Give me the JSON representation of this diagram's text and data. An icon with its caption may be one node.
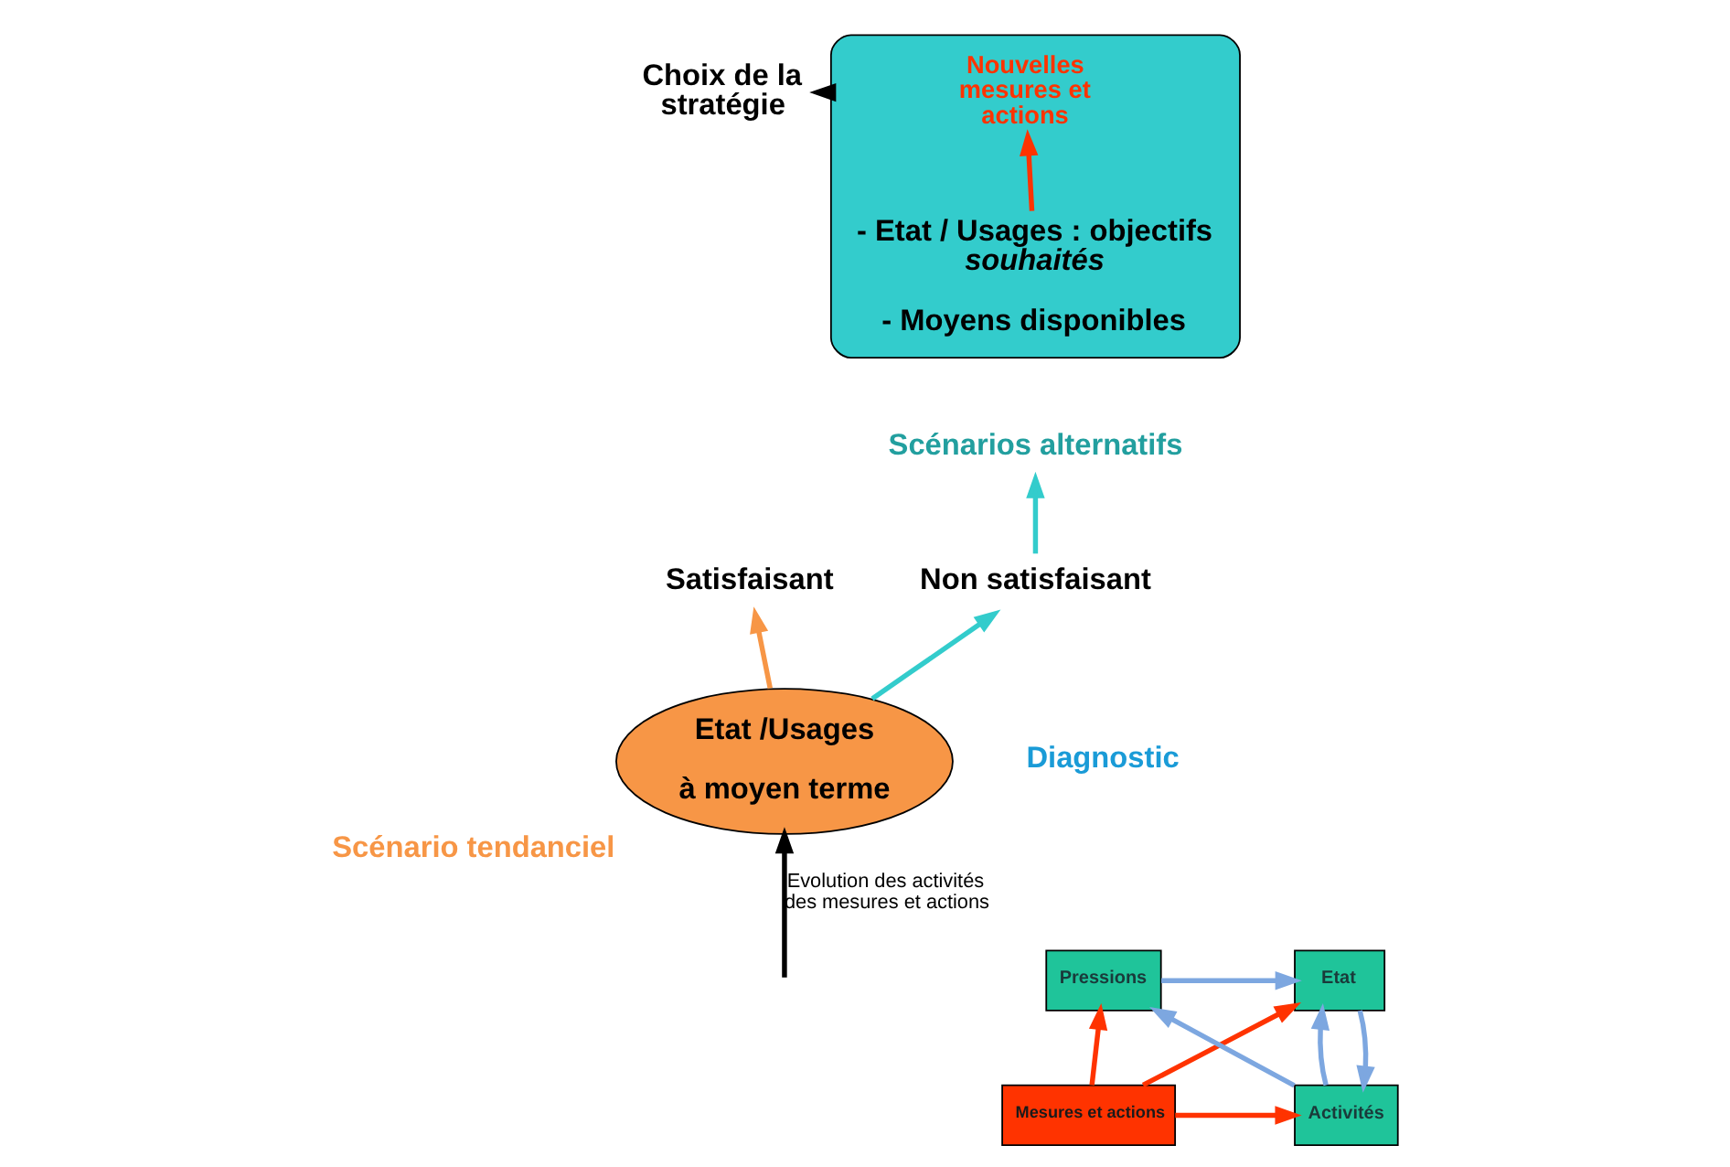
{
  "diagram": {
    "nodes": [
      {
        "text": [
          "Choix de la stratégie"
        ]
      },
      {
        "text": [],
        "shape": "ellipse"
      },
      {
        "text": [
          "Nouvelles mesures et actions"
        ],
        "in": 1
      },
      {
        "text": [
          "- Etat / Usages : objectifs *souhaités*",
          "- Moyens disponibles"
        ],
        "in": 1
      },
      {
        "text": [
          "Scénarios alternatifs"
        ]
      },
      {
        "text": [
          "Satisfaisant"
        ]
      },
      {
        "text": [
          "Non satisfaisant"
        ]
      },
      {
        "text": [
          "Etat /Usages",
          "à moyen terme"
        ],
        "beside": [
          "Scénario tendanciel"
        ]
      },
      {
        "text": [
          "Pressions"
        ]
      },
      {
        "text": [
          "Etat"
        ]
      },
      {
        "text": [
          "Mesures et actions"
        ]
      },
      {
        "text": [
          "Activités"
        ]
      }
    ],
    "edges": [
      {
        "from": 1,
        "to": 0,
        "arrow": "to",
        "color": "#000000"
      },
      {
        "from": 3,
        "to": 2,
        "arrow": "to",
        "color": "#ff3300"
      },
      {
        "from": 7,
        "to": 5,
        "arrow": "to",
        "color": "#f79646"
      },
      {
        "from": 7,
        "to": 6,
        "arrow": "to",
        "color": "#33cccc"
      },
      {
        "from": 6,
        "to": 4,
        "arrow": "to",
        "color": "#33cccc"
      },
      {
        "from": null,
        "to": 7,
        "arrow": "to",
        "label": "Evolution des activités des mesures et actions",
        "color": "#000000"
      },
      {
        "from": 8,
        "to": 9,
        "arrow": "to",
        "color": "#7da7e0"
      },
      {
        "from": 11,
        "to": 8,
        "arrow": "to",
        "color": "#7da7e0"
      },
      {
        "from": 11,
        "to": 9,
        "arrow": "to",
        "color": "#7da7e0"
      },
      {
        "from": 9,
        "to": 11,
        "arrow": "to",
        "color": "#7da7e0"
      },
      {
        "from": 10,
        "to": 8,
        "arrow": "to",
        "color": "#ff3300"
      },
      {
        "from": 10,
        "to": 9,
        "arrow": "to",
        "color": "#ff3300"
      },
      {
        "from": 10,
        "to": 11,
        "arrow": "to",
        "color": "#ff3300"
      }
    ],
    "labels": [
      "Diagnostic"
    ]
  }
}
